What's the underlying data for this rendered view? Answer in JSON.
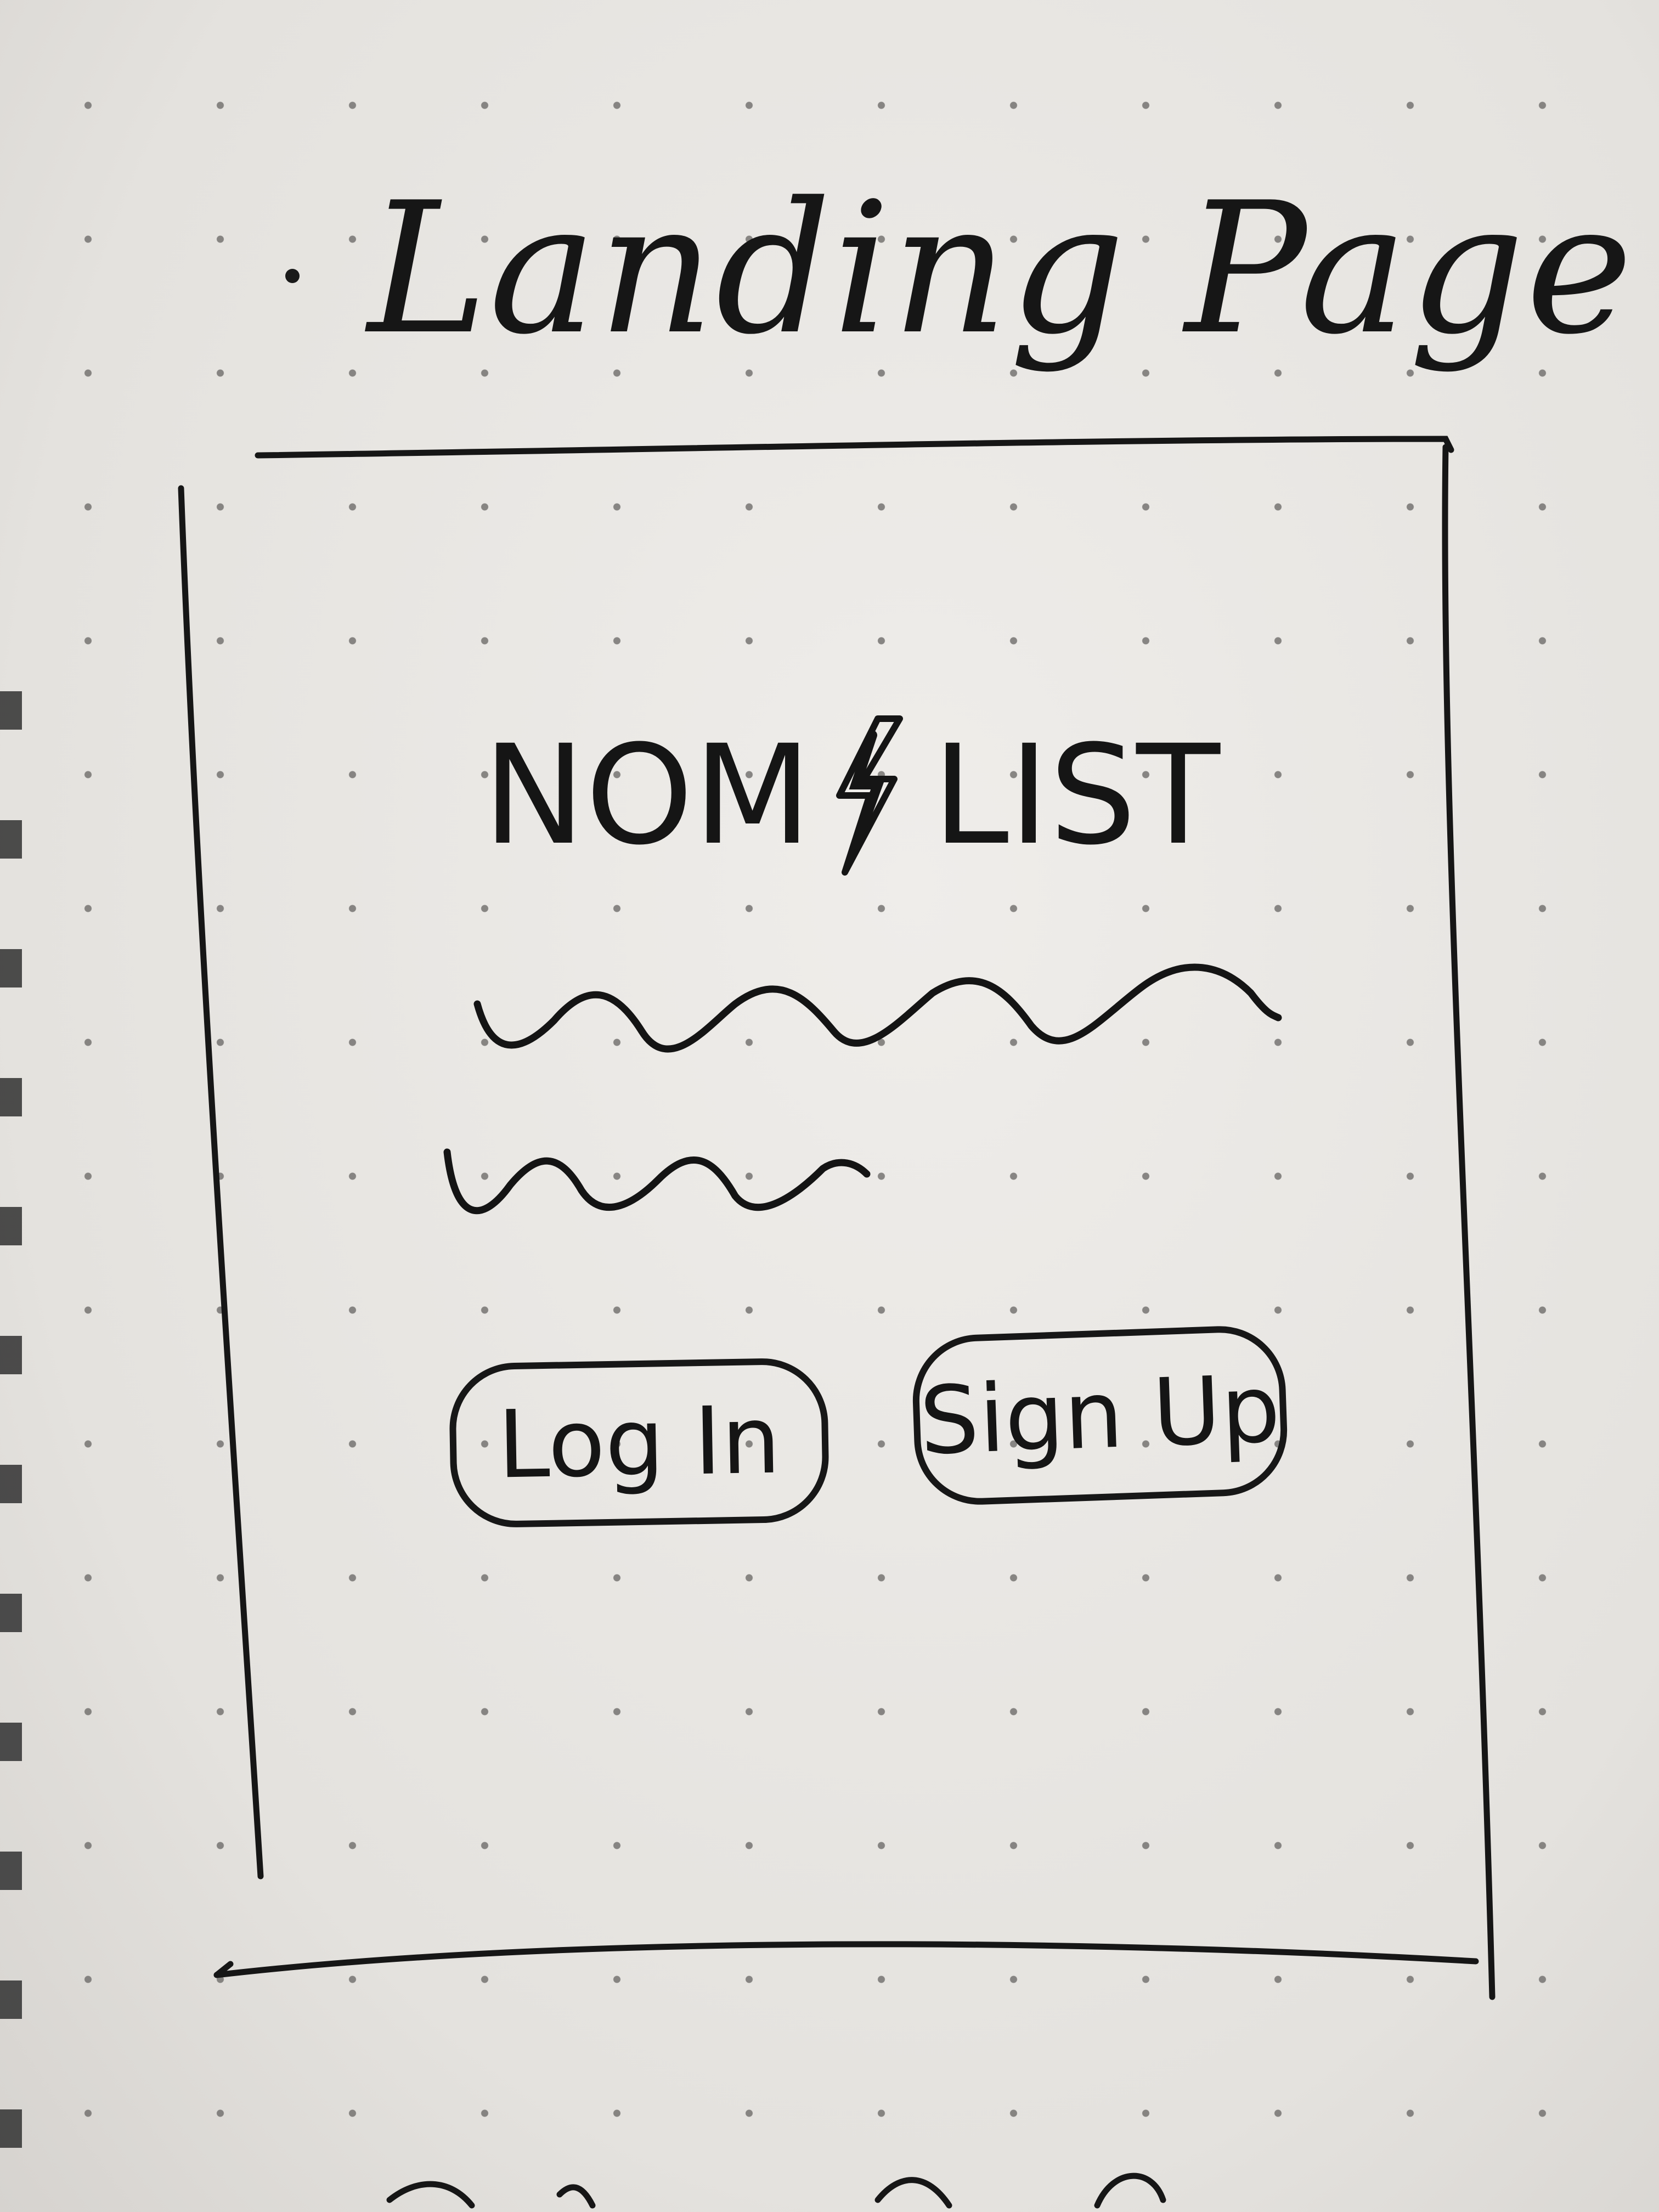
{
  "heading": "Landing Page",
  "wireframe": {
    "logo_left": "NOM",
    "logo_right": "LIST",
    "login_label": "Log In",
    "signup_label": "Sign Up"
  },
  "colors": {
    "paper": "#e7e5e1",
    "ink": "#161616",
    "dots": "#6e6c6a"
  }
}
